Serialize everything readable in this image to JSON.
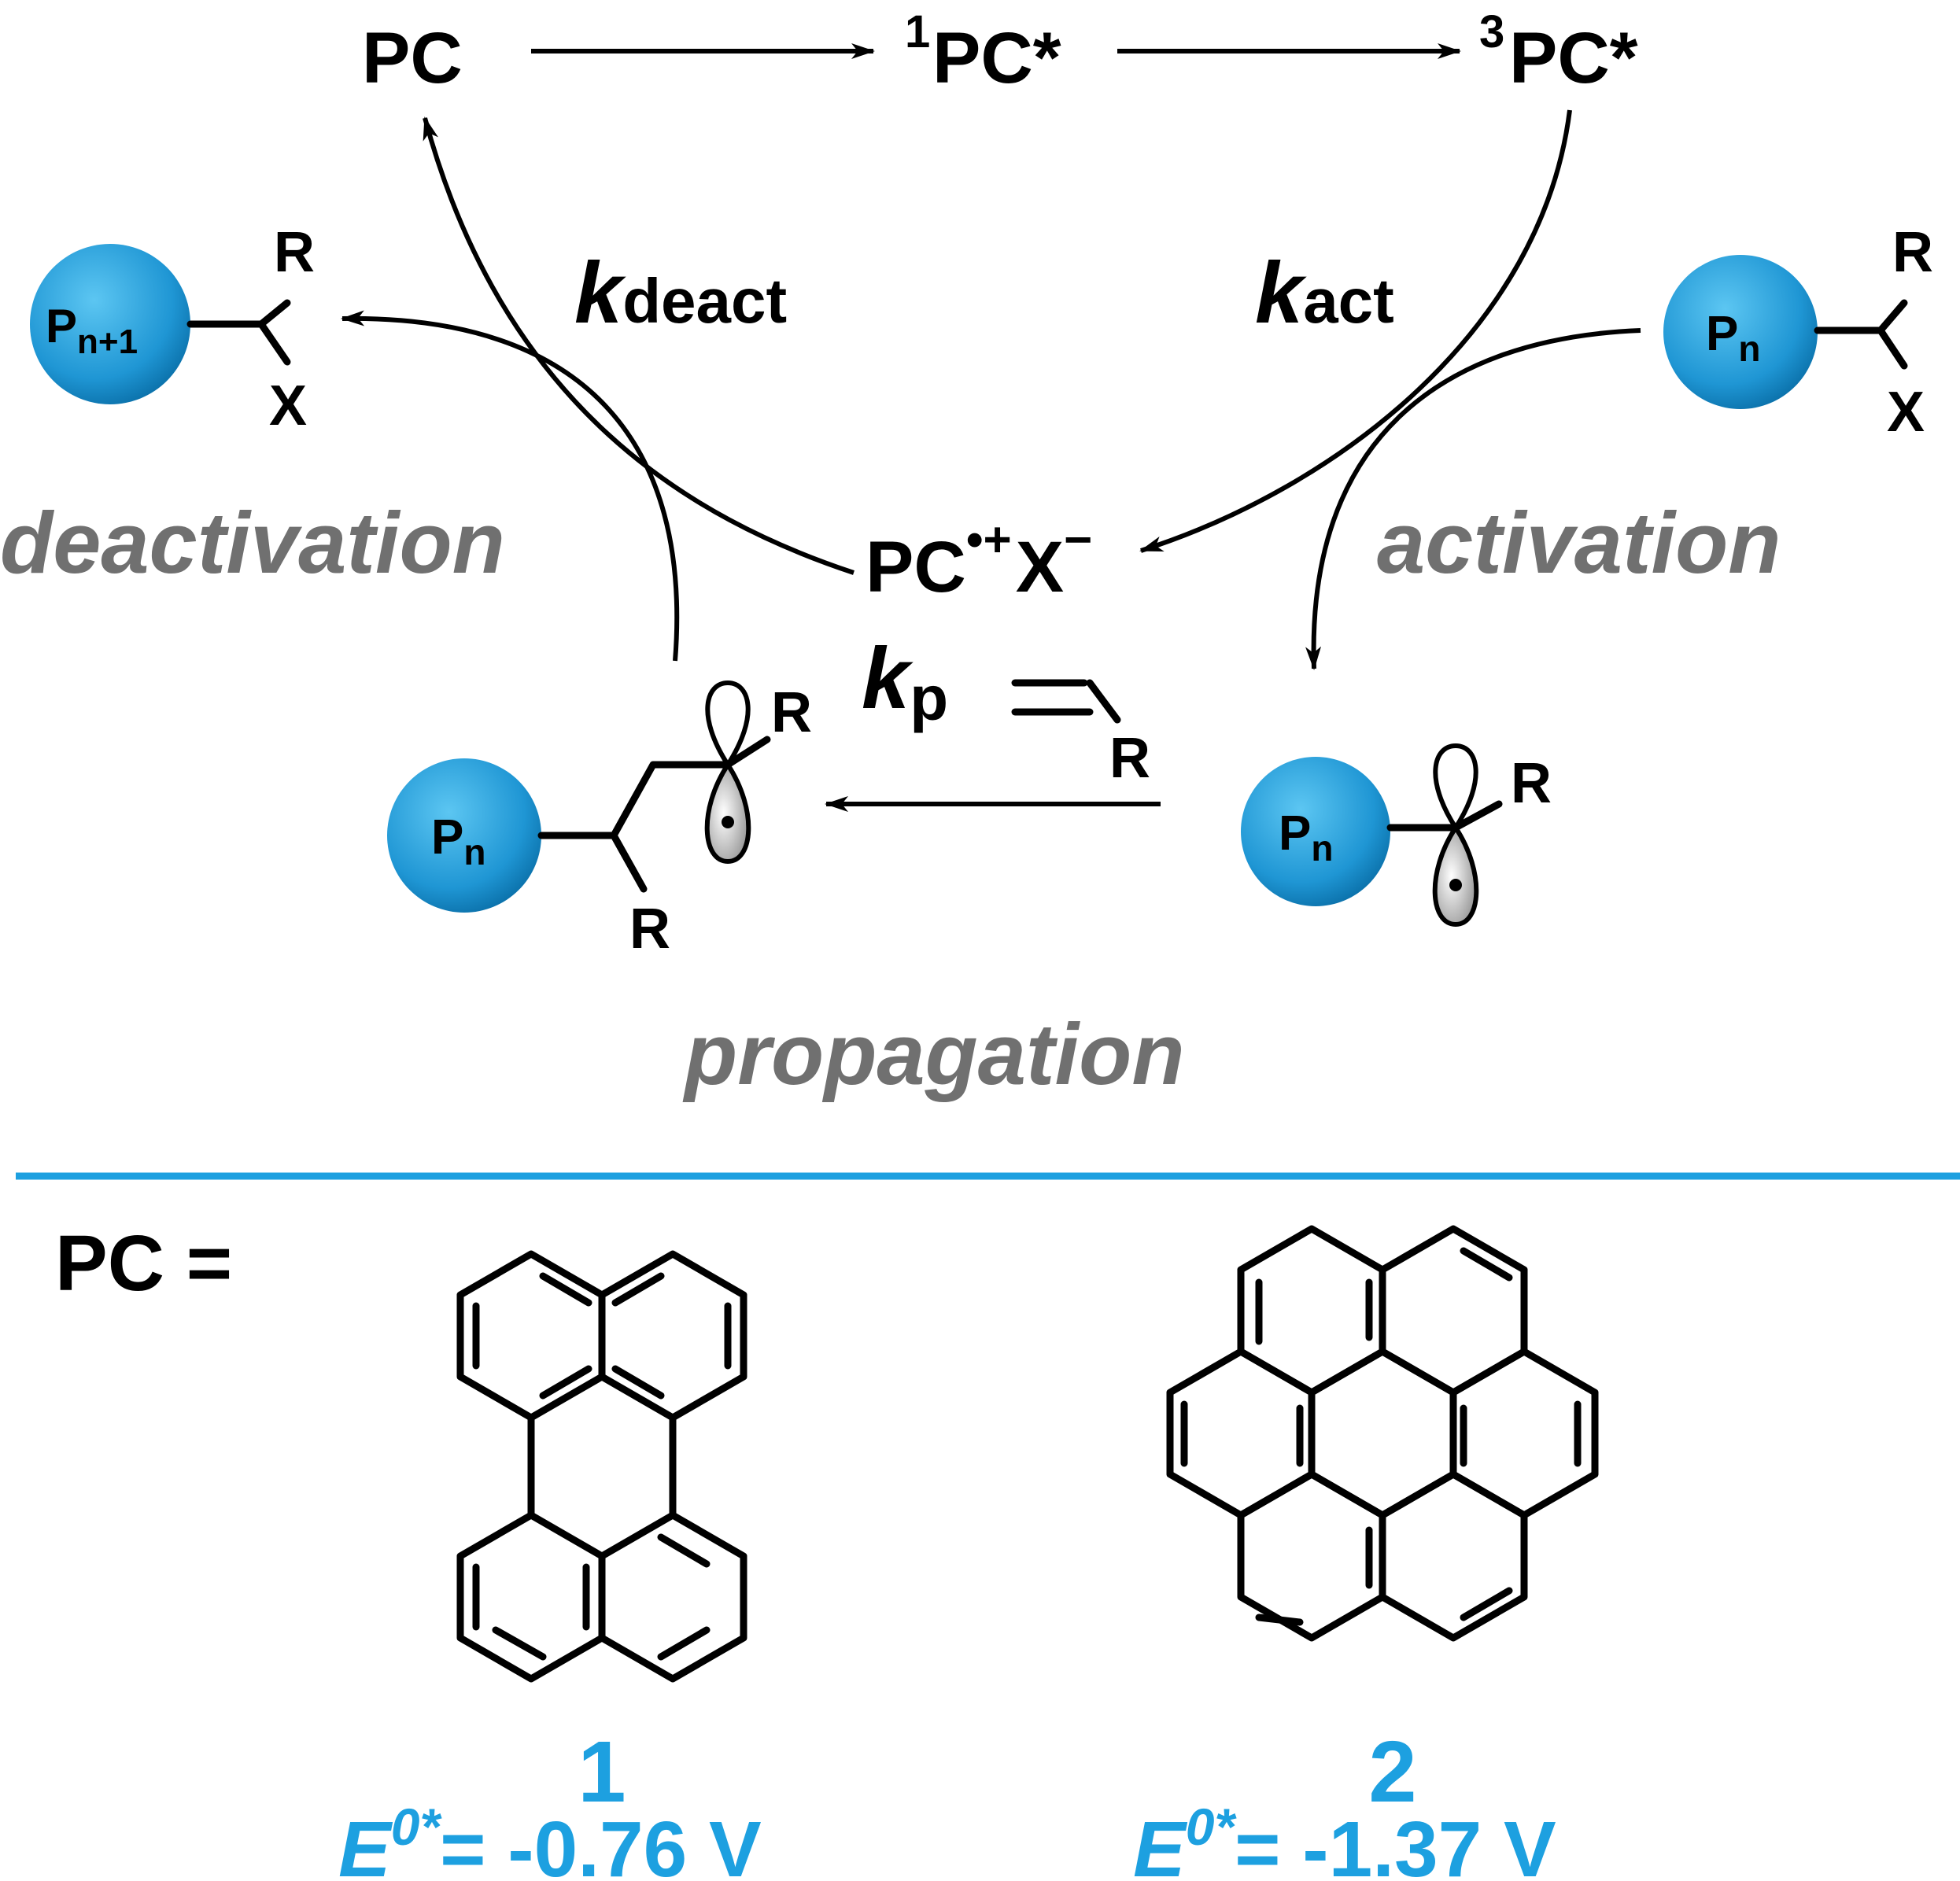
{
  "cycle": {
    "pc": "PC",
    "singlet_sup": "1",
    "singlet": "PC*",
    "triplet_sup": "3",
    "triplet": "PC*",
    "radical_cation": "PC",
    "radical_cation_sup": "•+",
    "counter_anion": "X",
    "counter_anion_sup": "−"
  },
  "rates": {
    "k": "k",
    "deact_sub": "deact",
    "act_sub": "act",
    "p_sub": "p"
  },
  "steps": {
    "deactivation": "deactivation",
    "activation": "activation",
    "propagation": "propagation"
  },
  "species": {
    "polymer_n": "P",
    "polymer_n_sub": "n",
    "polymer_n1": "P",
    "polymer_n1_sub": "n+1",
    "R": "R",
    "X": "X"
  },
  "catalysts": {
    "pc_equals": "PC =",
    "items": [
      {
        "number": "1",
        "e_label": "E",
        "e_sup": "0*",
        "e_value": "= -0.76 V"
      },
      {
        "number": "2",
        "e_label": "E",
        "e_sup": "0*",
        "e_value": "= -1.37 V"
      }
    ]
  },
  "colors": {
    "accent_blue": "#1da0e0",
    "step_gray": "#707070",
    "bead_light": "#45b8ec",
    "bead_dark": "#0a6fa8"
  }
}
